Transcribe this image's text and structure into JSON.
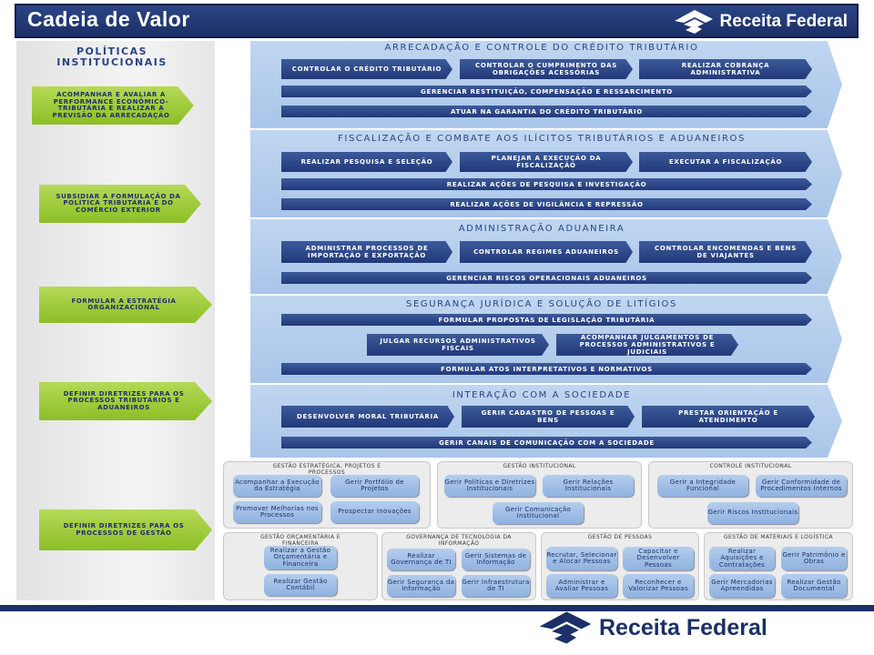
{
  "header": {
    "title": "Cadeia de Valor",
    "brand": "Receita Federal"
  },
  "left": {
    "title": "POLÍTICAS INSTITUCIONAIS",
    "items": [
      "ACOMPANHAR E AVALIAR A PERFORMANCE ECONÔMICO-TRIBUTÁRIA E REALIZAR A PREVISÃO DA ARRECADAÇÃO",
      "SUBSIDIAR A FORMULAÇÃO DA POLÍTICA TRIBUTÁRIA E DO COMÉRCIO EXTERIOR",
      "FORMULAR A ESTRATÉGIA ORGANIZACIONAL",
      "DEFINIR DIRETRIZES PARA OS PROCESSOS TRIBUTÁRIOS E ADUANEIROS",
      "DEFINIR DIRETRIZES PARA OS PROCESSOS DE GESTÃO"
    ]
  },
  "sections": [
    {
      "title": "ARRECADAÇÃO E CONTROLE DO CRÉDITO TRIBUTÁRIO",
      "row": [
        "CONTROLAR O CRÉDITO TRIBUTÁRIO",
        "CONTROLAR O CUMPRIMENTO DAS OBRIGAÇÕES ACESSÓRIAS",
        "REALIZAR COBRANÇA ADMINISTRATIVA"
      ],
      "long": [
        "GERENCIAR RESTITUIÇÃO, COMPENSAÇÃO E RESSARCIMENTO",
        "ATUAR NA GARANTIA DO CRÉDITO TRIBUTÁRIO"
      ]
    },
    {
      "title": "FISCALIZAÇÃO E COMBATE AOS ILÍCITOS TRIBUTÁRIOS E ADUANEIROS",
      "row": [
        "REALIZAR PESQUISA E SELEÇÃO",
        "PLANEJAR A EXECUÇÃO DA FISCALIZAÇÃO",
        "EXECUTAR A FISCALIZAÇÃO"
      ],
      "long": [
        "REALIZAR AÇÕES DE PESQUISA E INVESTIGAÇÃO",
        "REALIZAR AÇÕES DE VIGILÂNCIA E REPRESSÃO"
      ]
    },
    {
      "title": "ADMINISTRAÇÃO ADUANEIRA",
      "row": [
        "ADMINISTRAR PROCESSOS DE IMPORTAÇÃO E EXPORTAÇÃO",
        "CONTROLAR REGIMES ADUANEIROS",
        "CONTROLAR ENCOMENDAS E BENS DE VIAJANTES"
      ],
      "long": [
        "GERENCIAR RISCOS OPERACIONAIS ADUANEIROS"
      ]
    },
    {
      "title": "SEGURANÇA JURÍDICA E SOLUÇÃO DE LITÍGIOS",
      "top": "FORMULAR PROPOSTAS DE LEGISLAÇÃO TRIBUTÁRIA",
      "row": [
        "JULGAR RECURSOS ADMINISTRATIVOS FISCAIS",
        "ACOMPANHAR JULGAMENTOS DE PROCESSOS ADMINISTRATIVOS E JUDICIAIS"
      ],
      "long": [
        "FORMULAR ATOS INTERPRETATIVOS E NORMATIVOS"
      ]
    },
    {
      "title": "INTERAÇÃO COM A SOCIEDADE",
      "row": [
        "DESENVOLVER MORAL TRIBUTÁRIA",
        "GERIR CADASTRO DE PESSOAS E BENS",
        "PRESTAR ORIENTAÇÃO E ATENDIMENTO"
      ],
      "long": [
        "GERIR CANAIS DE COMUNICAÇÃO COM A SOCIEDADE"
      ]
    }
  ],
  "panels": [
    {
      "title": "GESTÃO ESTRATÉGICA, PROJETOS E PROCESSOS",
      "items": [
        "Acompanhar a Execução da Estratégia",
        "Gerir Portfólio de Projetos",
        "Promover Melhorias nos Processos",
        "Prospectar Inovações"
      ]
    },
    {
      "title": "GESTÃO INSTITUCIONAL",
      "items": [
        "Gerir Políticas e Diretrizes Institucionais",
        "Gerir Relações Institucionais",
        "Gerir Comunicação Institucional"
      ]
    },
    {
      "title": "CONTROLE INSTITUCIONAL",
      "items": [
        "Gerir a Integridade Funcional",
        "Gerir Conformidade de Procedimentos Internos",
        "Gerir Riscos Institucionais"
      ]
    },
    {
      "title": "GESTÃO ORÇAMENTÁRIA E FINANCEIRA",
      "items": [
        "Realizar a Gestão Orçamentária e Financeira",
        "Realizar Gestão Contábil"
      ]
    },
    {
      "title": "GOVERNANÇA DE TECNOLOGIA DA INFORMAÇÃO",
      "items": [
        "Realizar Governança de TI",
        "Gerir Sistemas de Informação",
        "Gerir Segurança da Informação",
        "Gerir Infraestrutura de TI"
      ]
    },
    {
      "title": "GESTÃO DE PESSOAS",
      "items": [
        "Recrutar, Selecionar e Alocar Pessoas",
        "Capacitar e Desenvolver Pessoas",
        "Administrar e Avaliar Pessoas",
        "Reconhecer e Valorizar Pessoas"
      ]
    },
    {
      "title": "GESTÃO DE MATERIAIS E LOGÍSTICA",
      "items": [
        "Realizar Aquisições e Contratações",
        "Gerir Patrimônio e Obras",
        "Gerir Mercadorias Apreendidas",
        "Realizar Gestão Documental"
      ]
    }
  ]
}
